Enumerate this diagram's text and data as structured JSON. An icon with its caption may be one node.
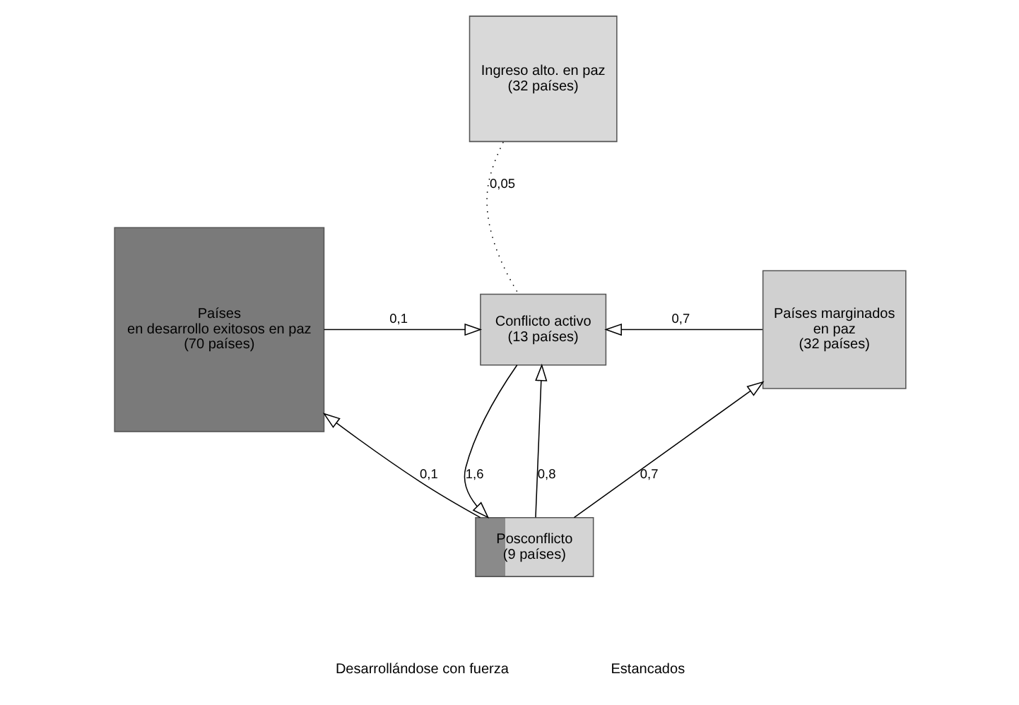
{
  "diagram": {
    "nodes": [
      {
        "text": [
          "Países en desarrollo exitosos en paz (70 países)"
        ]
      },
      {
        "text": [
          "Ingreso alto. en paz (32 países)"
        ]
      },
      {
        "text": [
          "Conflicto activo (13 países)"
        ]
      },
      {
        "text": [
          "Países marginados en paz (32 países)"
        ]
      },
      {
        "text": [
          "Posconflicto (9 países)"
        ]
      }
    ],
    "edges": [
      {
        "from": 0,
        "to": 2,
        "arrow": "to",
        "label": "0,1"
      },
      {
        "from": 1,
        "to": 2,
        "arrow": "none",
        "label": "0,05",
        "style": "dashed"
      },
      {
        "from": 3,
        "to": 2,
        "arrow": "to",
        "label": "0,7"
      },
      {
        "from": 2,
        "to": 4,
        "arrow": "to",
        "label": "1,6"
      },
      {
        "from": 4,
        "to": 2,
        "arrow": "to",
        "label": "0,8"
      },
      {
        "from": 4,
        "to": 0,
        "arrow": "to",
        "label": "0,1"
      },
      {
        "from": 4,
        "to": 3,
        "arrow": "to",
        "label": "0,7"
      }
    ],
    "labels": [
      "Desarrollándose con fuerza",
      "Estancados"
    ]
  }
}
